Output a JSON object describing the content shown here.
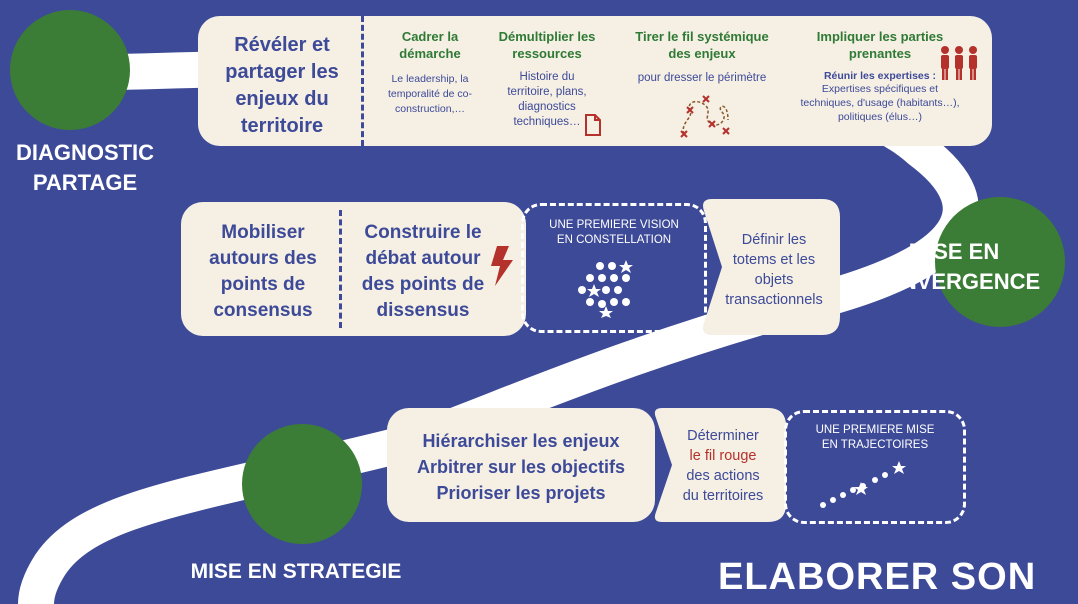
{
  "colors": {
    "background": "#3d4a98",
    "card": "#f5efe4",
    "circle": "#3b7d36",
    "accent_green": "#2f7a35",
    "accent_red": "#b5312b"
  },
  "stages": {
    "diagnostic": [
      "DIAGNOSTIC",
      "PARTAGE"
    ],
    "convergence": [
      "MISE EN",
      "CONVERGENCE"
    ],
    "strategie": "MISE EN STRATEGIE",
    "title": "ELABORER SON"
  },
  "diagnostic": {
    "main": [
      "Révéler et",
      "partager les",
      "enjeux du",
      "territoire"
    ],
    "col1": {
      "title": [
        "Cadrer la",
        "démarche"
      ],
      "text": [
        "Le leadership, la",
        "temporalité de co-",
        "construction,…"
      ]
    },
    "col2": {
      "title": [
        "Démultiplier les",
        "ressources"
      ],
      "text": [
        "Histoire du",
        "territoire, plans,",
        "diagnostics",
        "techniques…"
      ],
      "icon": "document-icon"
    },
    "col3": {
      "title": [
        "Tirer le fil systémique",
        "des enjeux"
      ],
      "text": "pour dresser le périmètre",
      "icon": "treasure-map-icon"
    },
    "col4": {
      "title": [
        "Impliquer les parties",
        "prenantes"
      ],
      "lead": "Réunir les expertises :",
      "text": [
        "Expertises spécifiques et",
        "techniques, d'usage (habitants…),",
        "politiques (élus…)"
      ],
      "icon": "people-icon"
    }
  },
  "convergence": {
    "consensus": [
      "Mobiliser",
      "autours des",
      "points de",
      "consensus"
    ],
    "dissensus": [
      "Construire le",
      "débat autour",
      "des points de",
      "dissensus"
    ],
    "vision": [
      "UNE PREMIERE VISION",
      "EN CONSTELLATION"
    ],
    "totems": [
      "Définir les",
      "totems et les",
      "objets",
      "transactionnels"
    ],
    "icons": {
      "lightning": "lightning-icon",
      "constellation": "constellation-icon"
    }
  },
  "strategie": {
    "main": [
      "Hiérarchiser les enjeux",
      "Arbitrer sur les objectifs",
      "Prioriser les projets"
    ],
    "fil": {
      "before": "Déterminer",
      "highlight": "le fil rouge",
      "after": [
        "des actions",
        "du territoires"
      ]
    },
    "trajectoire": [
      "UNE PREMIERE MISE",
      "EN TRAJECTOIRES"
    ],
    "icon": "trajectory-stars-icon"
  }
}
